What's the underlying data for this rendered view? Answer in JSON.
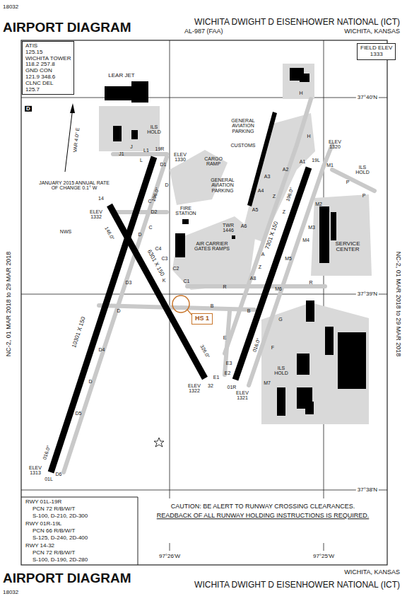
{
  "diagram": {
    "title": "AIRPORT DIAGRAM",
    "nodes": [
      {
        "text": [
          "ATIS",
          "125.15",
          "WICHITA TOWER",
          "118.2 257.8",
          "GND CON",
          "121.9 348.6",
          "CLNC DEL",
          "125.7"
        ]
      },
      {
        "text": [
          "FIELD ELEV",
          "1333"
        ]
      },
      {
        "text": [
          "HS 1"
        ]
      }
    ],
    "labels": [
      "18032",
      "WICHITA DWIGHT D EISENHOWER NATIONAL (ICT)",
      "AL-987 (FAA)",
      "WICHITA, KANSAS",
      "D",
      "LEAR JET",
      "ILS HOLD",
      "ELEV 1330",
      "CARGO RAMP",
      "GENERAL AVIATION PARKING",
      "CUSTOMS",
      "GENERAL AVIATION PARKING",
      "FIRE STATION",
      "TWR 1446",
      "AIR CARRIER GATES RAMPS",
      "ELEV 1320",
      "ILS HOLD",
      "SERVICE CENTER",
      "ELEV 1332",
      "NWS",
      "VAR 4.0° E",
      "JANUARY 2015 ANNUAL RATE OF CHANGE 0.1° W",
      "10301 X 150",
      "6301 X 150",
      "7301 X 150",
      "196.0°",
      "146.0°",
      "326.0°",
      "196.0°",
      "016.0°",
      "016.0°",
      "19R",
      "01L",
      "19L",
      "01R",
      "14",
      "32",
      "ELEV 1322",
      "ELEV 1321",
      "ELEV 1313",
      "ILS HOLD",
      "37°40'N",
      "37°39'N",
      "37°38'N",
      "97°26'W",
      "97°25'W",
      "NC-2, 01 MAR 2018 to 29 MAR 2018",
      "NC-2, 01 MAR 2018 to 29 MAR 2018",
      "CAUTION: BE ALERT TO RUNWAY CROSSING CLEARANCES.",
      "READBACK OF ALL RUNWAY HOLDING INSTRUCTIONS IS REQUIRED.",
      "RWY 01L-19R",
      "PCN 72 R/B/W/T",
      "S-100, D-210, 2D-300",
      "RWY 01R-19L",
      "PCN 66 R/B/W/T",
      "S-125, D-240, 2D-400",
      "RWY 14-32",
      "PCN 72 R/B/W/T",
      "S-100, D-190, 2D-280",
      "AIRPORT DIAGRAM",
      "18032",
      "WICHITA, KANSAS",
      "WICHITA DWIGHT D EISENHOWER NATIONAL (ICT)",
      "J1",
      "J",
      "L1",
      "L",
      "D1",
      "D",
      "D2",
      "C",
      "C",
      "D",
      "C4",
      "C3",
      "C2",
      "C1",
      "K",
      "D3",
      "D",
      "D4",
      "D",
      "D5",
      "D6",
      "R",
      "B",
      "B",
      "E",
      "E3",
      "E2",
      "E1",
      "G",
      "F",
      "M7",
      "M6",
      "M5",
      "M4",
      "M3",
      "M2",
      "M1",
      "A1",
      "A2",
      "A3",
      "A4",
      "A5",
      "A6",
      "A",
      "A8",
      "Z",
      "Z",
      "Z",
      "H",
      "H",
      "P",
      "P",
      "R"
    ]
  }
}
